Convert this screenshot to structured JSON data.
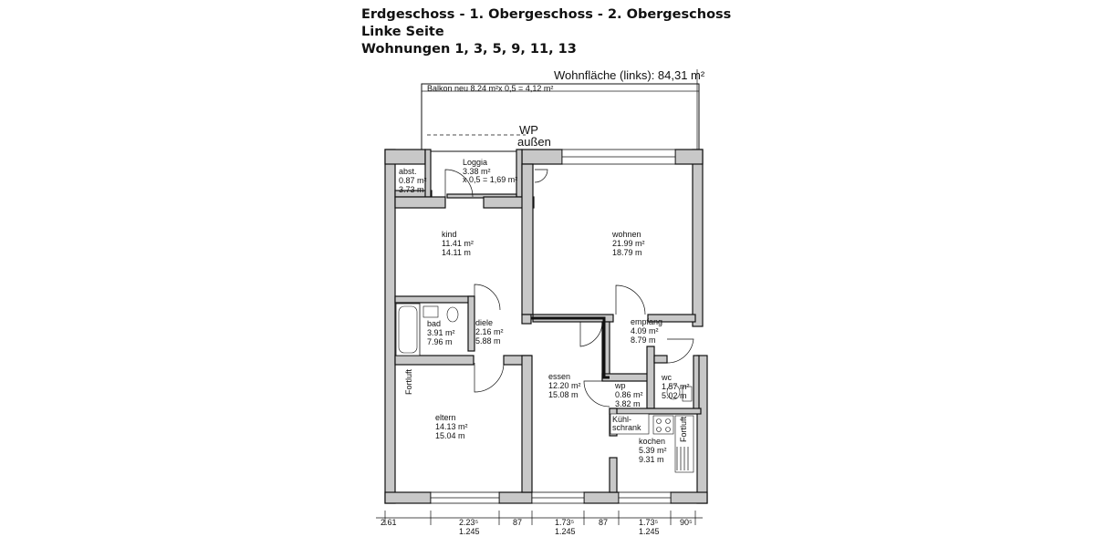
{
  "header": {
    "line1": "Erdgeschoss - 1. Obergeschoss - 2. Obergeschoss",
    "line2": "Linke Seite",
    "line3": "Wohnungen 1, 3, 5, 9, 11, 13"
  },
  "plan": {
    "wohnflaeche": "Wohnfläche (links): 84,31 m²",
    "balkon": "Balkon neu 8.24 m²x 0,5 = 4,12 m²",
    "wp_aussen": {
      "line1": "WP",
      "line2": "außen"
    },
    "rooms": {
      "loggia": {
        "name": "Loggia",
        "area": "3.38 m²",
        "extra": "x 0,5 = 1,69 m²"
      },
      "abst": {
        "name": "abst.",
        "area": "0.87 m²",
        "perimeter": "3.73 m"
      },
      "kind": {
        "name": "kind",
        "area": "11.41 m²",
        "perimeter": "14.11 m"
      },
      "wohnen": {
        "name": "wohnen",
        "area": "21.99 m²",
        "perimeter": "18.79 m"
      },
      "bad": {
        "name": "bad",
        "area": "3.91 m²",
        "perimeter": "7.96 m"
      },
      "diele": {
        "name": "diele",
        "area": "2.16 m²",
        "perimeter": "5.88 m"
      },
      "empfang": {
        "name": "empfang",
        "area": "4.09 m²",
        "perimeter": "8.79 m"
      },
      "essen": {
        "name": "essen",
        "area": "12.20 m²",
        "perimeter": "15.08 m"
      },
      "wp": {
        "name": "wp",
        "area": "0.86 m²",
        "perimeter": "3.82 m"
      },
      "wc": {
        "name": "wc",
        "area": "1.57 m²",
        "perimeter": "5.02 m"
      },
      "eltern": {
        "name": "eltern",
        "area": "14.13 m²",
        "perimeter": "15.04 m"
      },
      "kochen": {
        "name": "kochen",
        "area": "5.39 m²",
        "perimeter": "9.31 m"
      }
    },
    "fortluft_left": "Fortluft",
    "fortluft_right": "Fortluft",
    "kuehlschrank": {
      "line1": "Kühl-",
      "line2": "schrank"
    },
    "dimensions": {
      "d1": "2.61",
      "d2_top": "2.23⁵",
      "d2_bottom": "1.245",
      "d3": "87",
      "d4_top": "1.73⁵",
      "d4_bottom": "1.245",
      "d5": "87",
      "d6_top": "1.73⁵",
      "d6_bottom": "1.245",
      "d7": "90⁵"
    }
  }
}
